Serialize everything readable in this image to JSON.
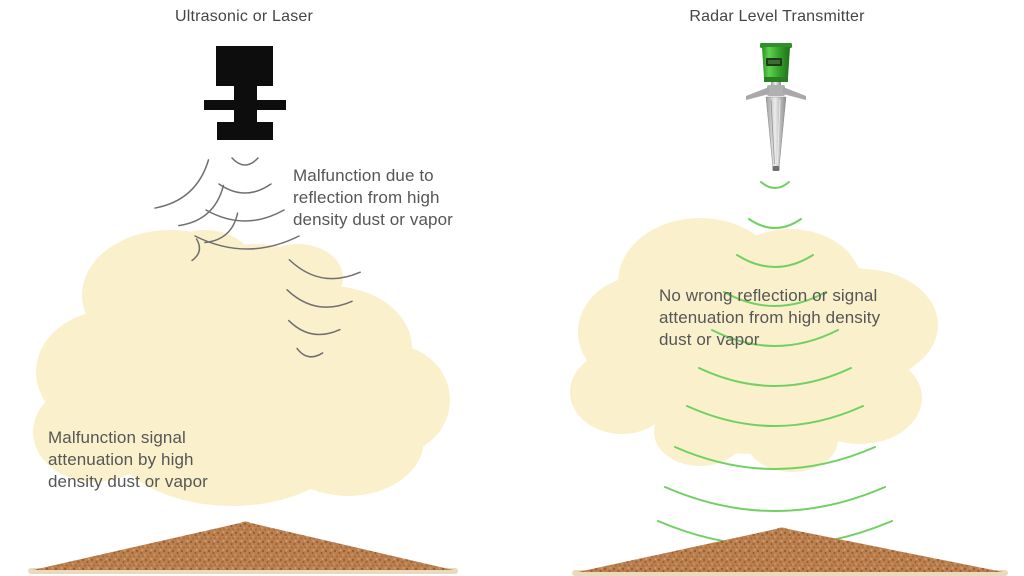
{
  "figure": {
    "left": {
      "title": "Ultrasonic or Laser",
      "device": "ultrasonic-or-laser-transmitter",
      "note_top": {
        "lines": [
          "Malfunction due to",
          "reflection from high",
          "density dust or vapor"
        ]
      },
      "note_bottom": {
        "lines": [
          "Malfunction signal",
          "attenuation by high",
          "density dust or vapor"
        ]
      }
    },
    "right": {
      "title": "Radar Level Transmitter",
      "device": "radar-level-transmitter",
      "note": {
        "lines": [
          "No wrong reflection or signal",
          "attenuation from high density",
          "dust or vapor"
        ]
      }
    },
    "colors": {
      "background": "#ffffff",
      "dust_cloud": "#faf0cc",
      "ultrasonic_wave_gray": "#6f6f6f",
      "radar_wave_green": "#70d162",
      "device_black": "#0d0d0d",
      "device_green": "#3cb335",
      "material_pile_brown": "#bc8050",
      "pile_base_tan": "#ead9bc",
      "text_gray": "#565656"
    }
  }
}
